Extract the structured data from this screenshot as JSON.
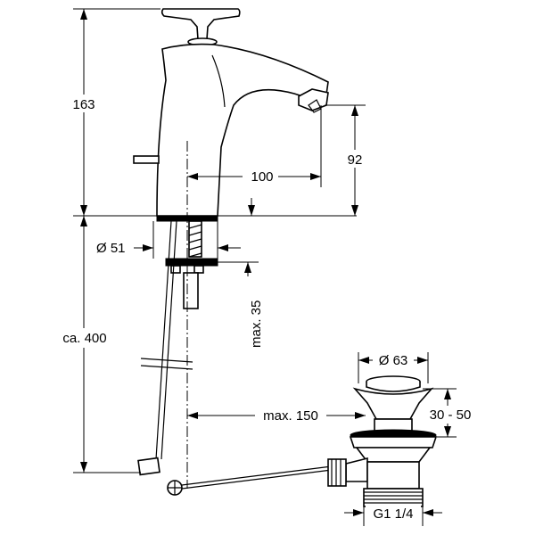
{
  "dimensions": {
    "height_163": "163",
    "spout_reach": "100",
    "spout_height": "92",
    "hole_diameter": "Ø 51",
    "max_thickness": "max. 35",
    "hose_length": "ca. 400",
    "rod_reach": "max. 150",
    "waste_diameter": "Ø 63",
    "waste_height": "30 - 50",
    "thread": "G1 1/4"
  },
  "icons": {
    "faucet": "single-lever-basin-mixer",
    "waste": "pop-up-waste-valve"
  }
}
